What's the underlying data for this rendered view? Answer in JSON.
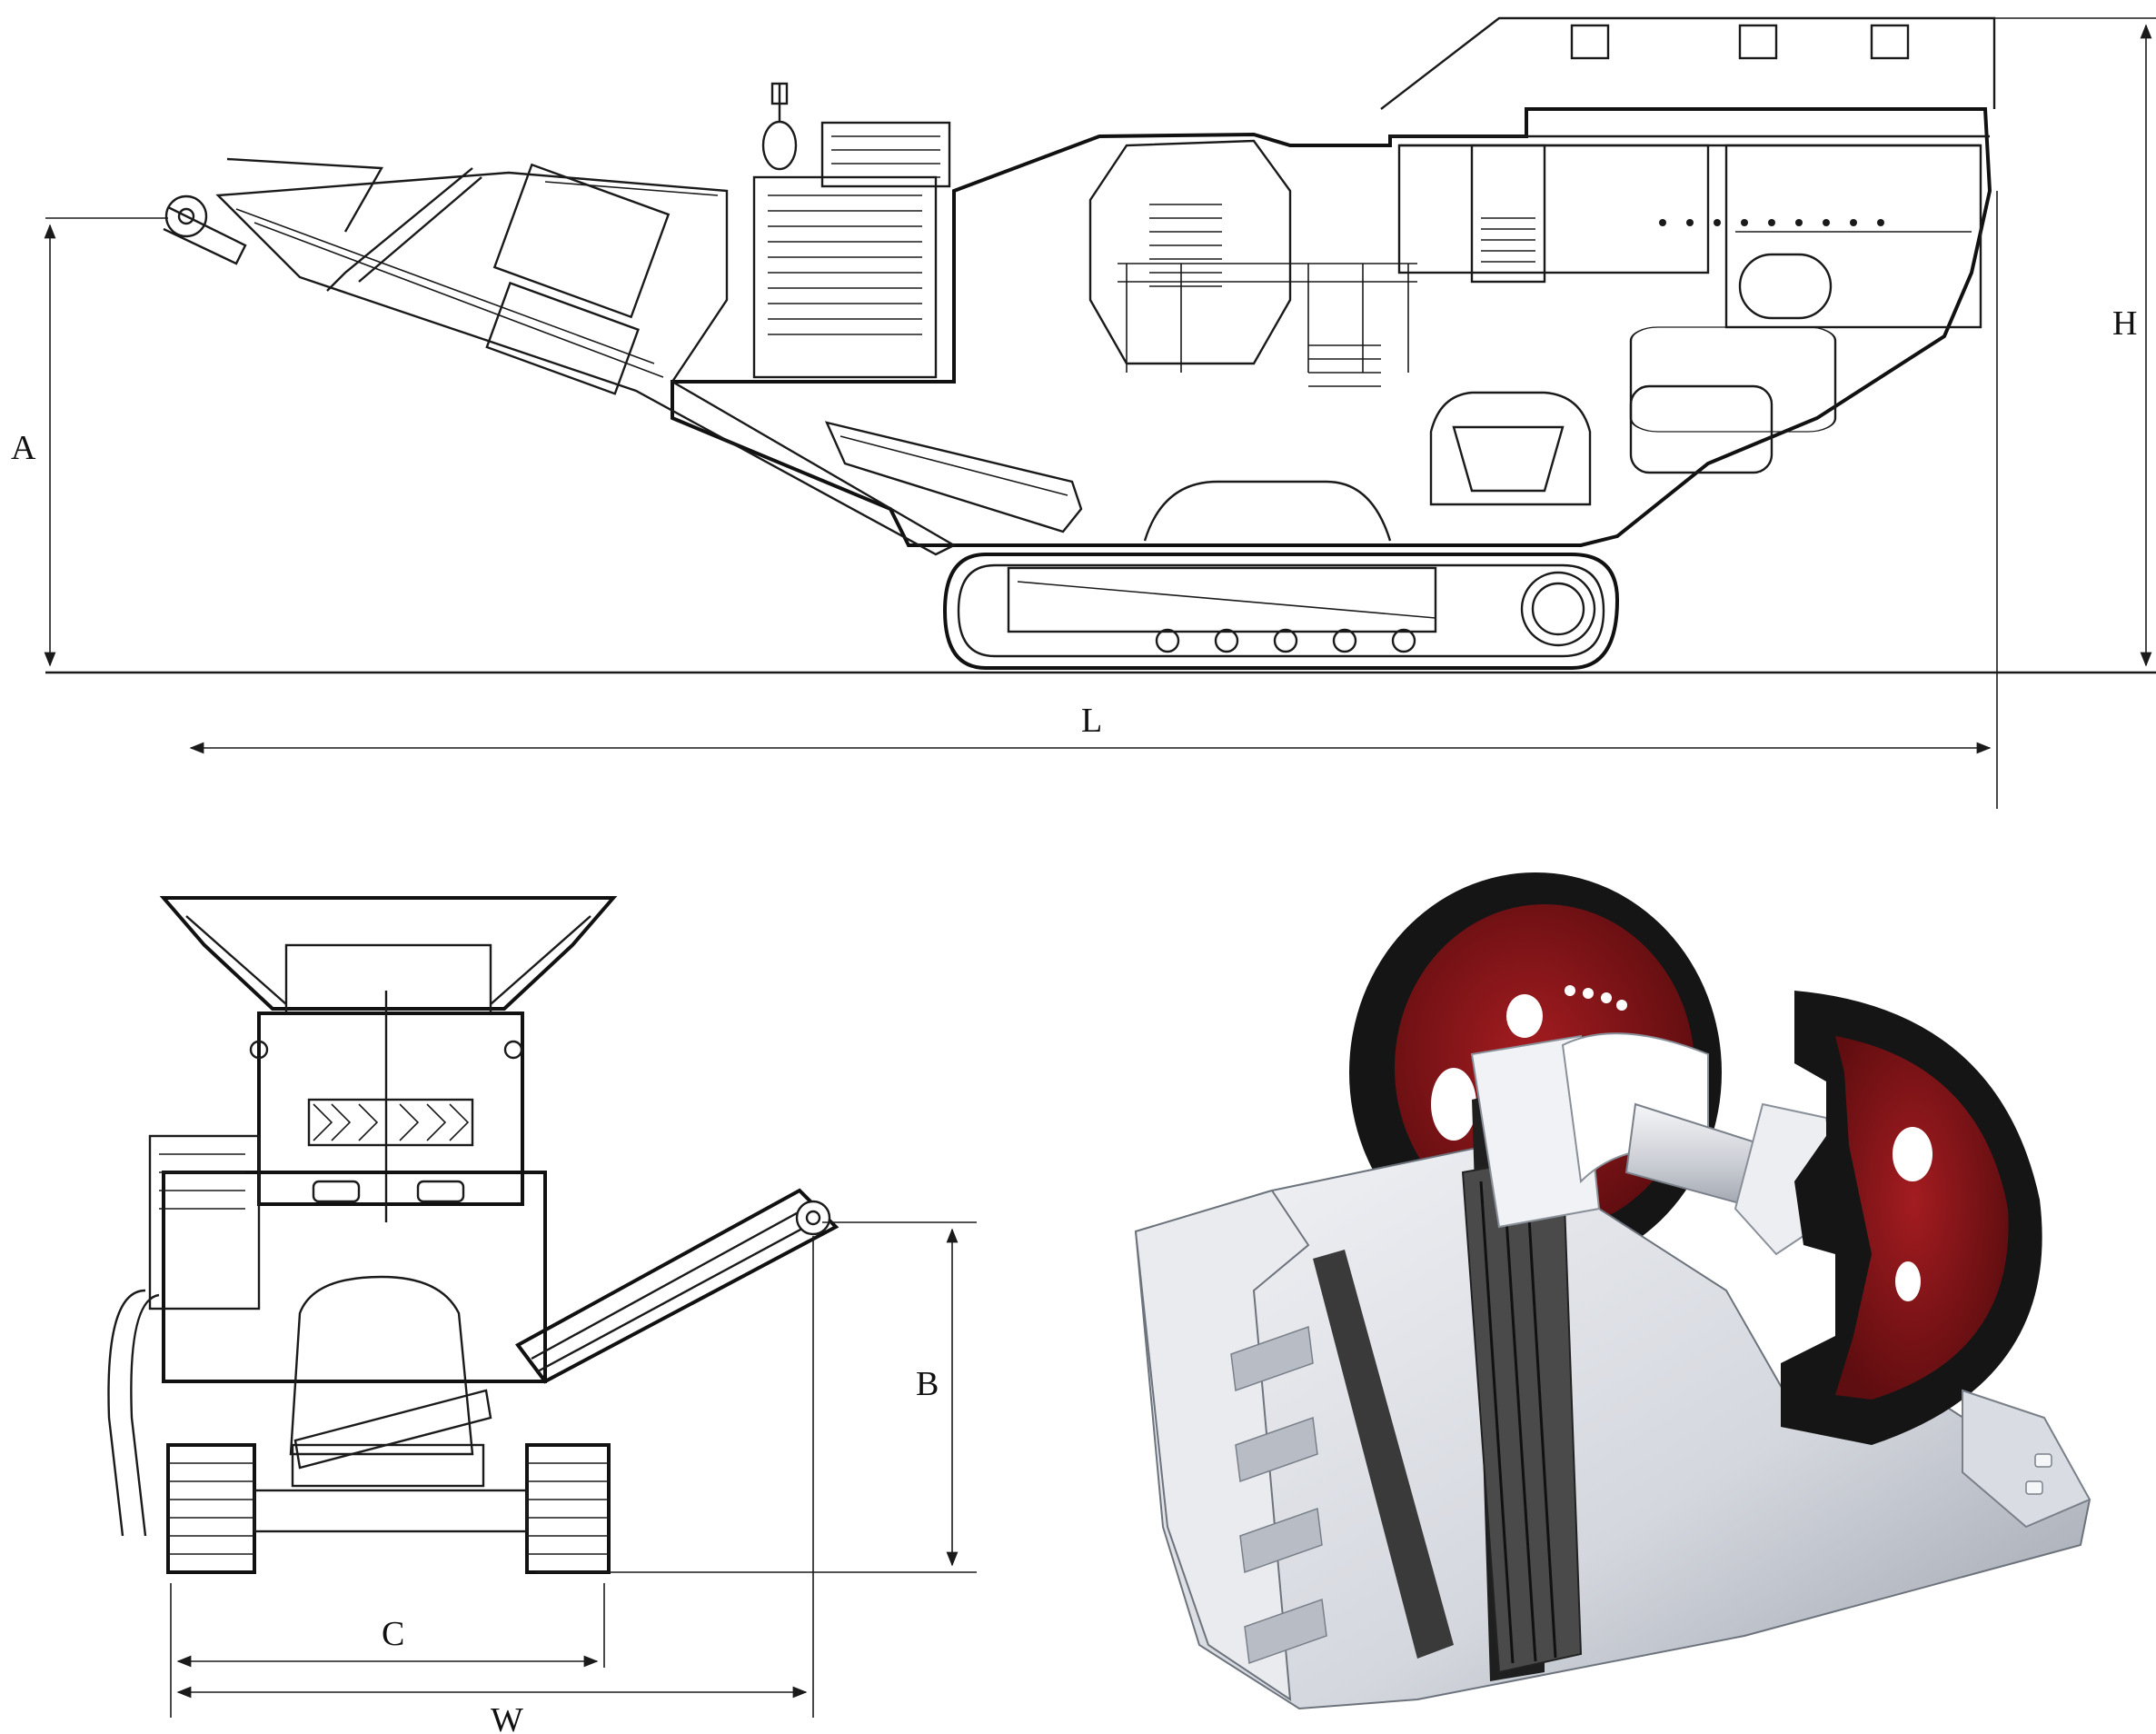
{
  "drawing": {
    "side_view": {
      "dimensions": {
        "A": "A",
        "L": "L",
        "H": "H"
      }
    },
    "rear_view": {
      "dimensions": {
        "B": "B",
        "C": "C",
        "W": "W"
      }
    }
  },
  "colors": {
    "line": "#1a1a1a",
    "flywheel_rim": "#151515",
    "flywheel_hub": "#8a1518",
    "crusher_body": "#d4d7de",
    "crusher_shadow": "#9aa0aa",
    "jaw_plate": "#3a3a3a"
  }
}
